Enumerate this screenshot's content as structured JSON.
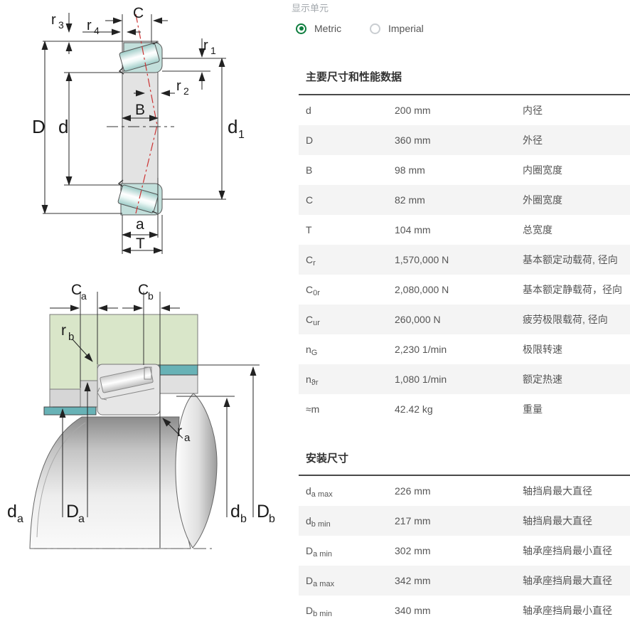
{
  "units_panel": {
    "label": "显示单元",
    "options": [
      {
        "label": "Metric",
        "selected": true
      },
      {
        "label": "Imperial",
        "selected": false
      }
    ]
  },
  "sections": [
    {
      "title": "主要尺寸和性能数据",
      "rows": [
        {
          "sym": "d",
          "sub": "",
          "value": "200 mm",
          "desc": "内径"
        },
        {
          "sym": "D",
          "sub": "",
          "value": "360 mm",
          "desc": "外径"
        },
        {
          "sym": "B",
          "sub": "",
          "value": "98 mm",
          "desc": "内圈宽度"
        },
        {
          "sym": "C",
          "sub": "",
          "value": "82 mm",
          "desc": "外圈宽度"
        },
        {
          "sym": "T",
          "sub": "",
          "value": "104 mm",
          "desc": "总宽度"
        },
        {
          "sym": "C",
          "sub": "r",
          "value": "1,570,000 N",
          "desc": "基本额定动载荷, 径向"
        },
        {
          "sym": "C",
          "sub": "0r",
          "value": "2,080,000 N",
          "desc": "基本额定静载荷，径向"
        },
        {
          "sym": "C",
          "sub": "ur",
          "value": "260,000 N",
          "desc": "疲劳极限载荷, 径向"
        },
        {
          "sym": "n",
          "sub": "G",
          "value": "2,230 1/min",
          "desc": "极限转速"
        },
        {
          "sym": "n",
          "sub": "ϑr",
          "value": "1,080 1/min",
          "desc": "额定热速"
        },
        {
          "sym": "≈m",
          "sub": "",
          "value": "42.42 kg",
          "desc": "重量"
        }
      ]
    },
    {
      "title": "安装尺寸",
      "rows": [
        {
          "sym": "d",
          "sub": "a max",
          "value": "226 mm",
          "desc": "轴挡肩最大直径"
        },
        {
          "sym": "d",
          "sub": "b min",
          "value": "217 mm",
          "desc": "轴挡肩最大直径"
        },
        {
          "sym": "D",
          "sub": "a min",
          "value": "302 mm",
          "desc": "轴承座挡肩最小直径"
        },
        {
          "sym": "D",
          "sub": "a max",
          "value": "342 mm",
          "desc": "轴承座挡肩最大直径"
        },
        {
          "sym": "D",
          "sub": "b min",
          "value": "340 mm",
          "desc": "轴承座挡肩最小直径"
        }
      ]
    }
  ],
  "diagram_top": {
    "labels": {
      "r3": [
        "r",
        "3"
      ],
      "r4": [
        "r",
        "4"
      ],
      "C": [
        "C",
        ""
      ],
      "r1": [
        "r",
        "1"
      ],
      "r2": [
        "r",
        "2"
      ],
      "B": [
        "B",
        ""
      ],
      "D": [
        "D",
        ""
      ],
      "d": [
        "d",
        ""
      ],
      "d1": [
        "d",
        "1"
      ],
      "a": [
        "a",
        ""
      ],
      "T": [
        "T",
        ""
      ]
    }
  },
  "diagram_bottom": {
    "labels": {
      "Ca": [
        "C",
        "a"
      ],
      "Cb": [
        "C",
        "b"
      ],
      "rb": [
        "r",
        "b"
      ],
      "ra": [
        "r",
        "a"
      ],
      "da": [
        "d",
        "a"
      ],
      "Da": [
        "D",
        "a"
      ],
      "db": [
        "d",
        "b"
      ],
      "Db": [
        "D",
        "b"
      ]
    }
  },
  "colors": {
    "accent_green": "#0f7e3f",
    "housing_green": "#d9e6c9",
    "clamp_teal": "#68b2b6",
    "bearing_teal": "#c2dfdb",
    "pressure_line_red": "#cc3333",
    "row_alt_bg": "#f4f4f4",
    "table_top_border": "#4a4a4a"
  }
}
